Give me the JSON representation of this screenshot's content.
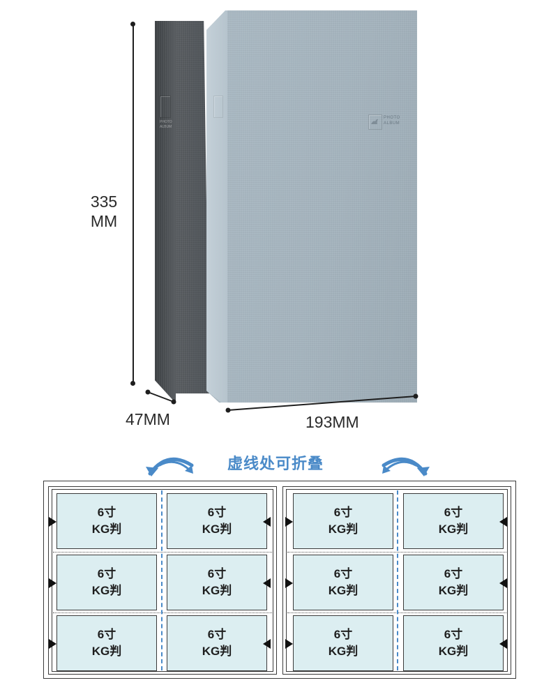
{
  "dimensions": {
    "height_value": "335",
    "height_unit": "MM",
    "depth": "47MM",
    "width": "193MM"
  },
  "book": {
    "cover_logo_line1": "PHOTO",
    "cover_logo_line2": "ALBUM",
    "spine_text_line1": "PHOTO",
    "spine_text_line2": "ALBUM",
    "colors": {
      "dark_cover": "#4f5458",
      "light_cover": "#a4b3bd"
    }
  },
  "fold_note": {
    "title": "虚线处可折叠",
    "accent_color": "#4a8ac8"
  },
  "slots": [
    {
      "size": "6寸",
      "type": "KG判"
    },
    {
      "size": "6寸",
      "type": "KG判"
    },
    {
      "size": "6寸",
      "type": "KG判"
    },
    {
      "size": "6寸",
      "type": "KG判"
    },
    {
      "size": "6寸",
      "type": "KG判"
    },
    {
      "size": "6寸",
      "type": "KG判"
    },
    {
      "size": "6寸",
      "type": "KG判"
    },
    {
      "size": "6寸",
      "type": "KG判"
    },
    {
      "size": "6寸",
      "type": "KG判"
    },
    {
      "size": "6寸",
      "type": "KG判"
    },
    {
      "size": "6寸",
      "type": "KG判"
    },
    {
      "size": "6寸",
      "type": "KG判"
    }
  ]
}
